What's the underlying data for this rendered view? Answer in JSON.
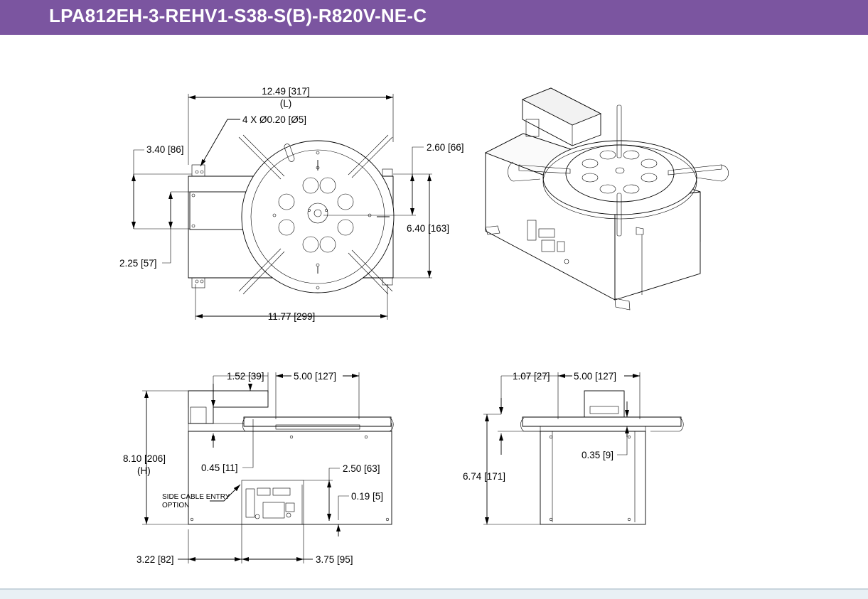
{
  "title": "LPA812EH-3-REHV1-S38-S(B)-R820V-NE-C",
  "colors": {
    "header_bg": "#7b55a0",
    "header_text": "#ffffff"
  },
  "dims": {
    "top_length": "12.49 [317]",
    "top_length_tag": "(L)",
    "holes": "4 X Ø0.20 [Ø5]",
    "d340": "3.40 [86]",
    "d225": "2.25 [57]",
    "d260": "2.60 [66]",
    "d640": "6.40 [163]",
    "d1177": "11.77 [299]",
    "d152": "1.52 [39]",
    "d500a": "5.00 [127]",
    "d810": "8.10 [206]",
    "d810_tag": "(H)",
    "d045": "0.45 [11]",
    "d250": "2.50 [63]",
    "d019": "0.19 [5]",
    "side_cable_1": "SIDE CABLE ENTRY",
    "side_cable_2": "OPTION",
    "d322": "3.22 [82]",
    "d375": "3.75 [95]",
    "d107": "1.07 [27]",
    "d500b": "5.00 [127]",
    "d035": "0.35 [9]",
    "d674": "6.74 [171]"
  }
}
